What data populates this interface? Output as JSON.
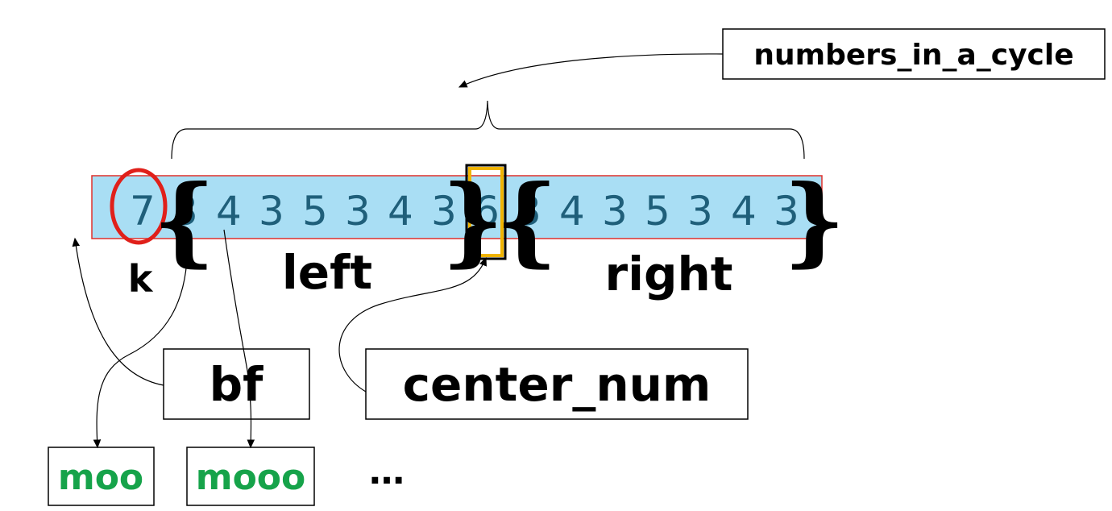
{
  "labels": {
    "numbers_in_a_cycle": "numbers_in_a_cycle",
    "bf": "bf",
    "center_num": "center_num",
    "moo": "moo",
    "mooo": "mooo",
    "ellipsis": "…",
    "k": "k",
    "left": "left",
    "right": "right"
  },
  "sequence": {
    "first": "7",
    "left_digits": [
      "3",
      "4",
      "3",
      "5",
      "3",
      "4",
      "3"
    ],
    "center": "6",
    "right_digits": [
      "3",
      "4",
      "3",
      "5",
      "3",
      "4",
      "3"
    ]
  },
  "colors": {
    "strip_fill": "#a9def4",
    "strip_border": "#e0302b",
    "digit": "#1f5f7a",
    "k_circle": "#e0201a",
    "center_box": "#f0b400",
    "green_text": "#16a34a"
  }
}
